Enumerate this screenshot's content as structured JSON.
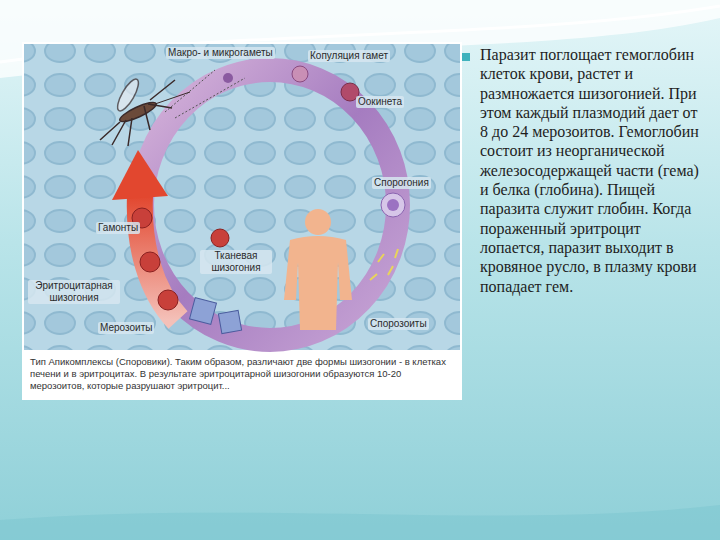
{
  "diagram": {
    "caption": "Тип Апикомплексы (Споровики). Таким образом, различают две формы шизогонии - в клетках печени и в эритроцитах. В результате эритроцитарной шизогонии образуются 10-20 мерозоитов, которые разрушают эритроцит...",
    "labels": [
      "Макро- и микрогаметы",
      "Копуляция гамет",
      "Оокинета",
      "Спорогония",
      "Гамонты",
      "Тканевая шизогония",
      "Эритроцитарная шизогония",
      "Мерозоиты",
      "Спорозоиты",
      "Паразит поглощает гемоглобин клеток крови, растет и размножается шизогонией. При этом каждый плазмодий дает от 8 до 24 мерозоитов. Гемоглобин состоит из неорганической железосодержащей части (гема) и белка (глобина). Пищей паразита служит глобин. Когда пораженный эритроцит лопается, паразит выходит в кровяное русло, в плазму крови попадает гем."
    ]
  }
}
